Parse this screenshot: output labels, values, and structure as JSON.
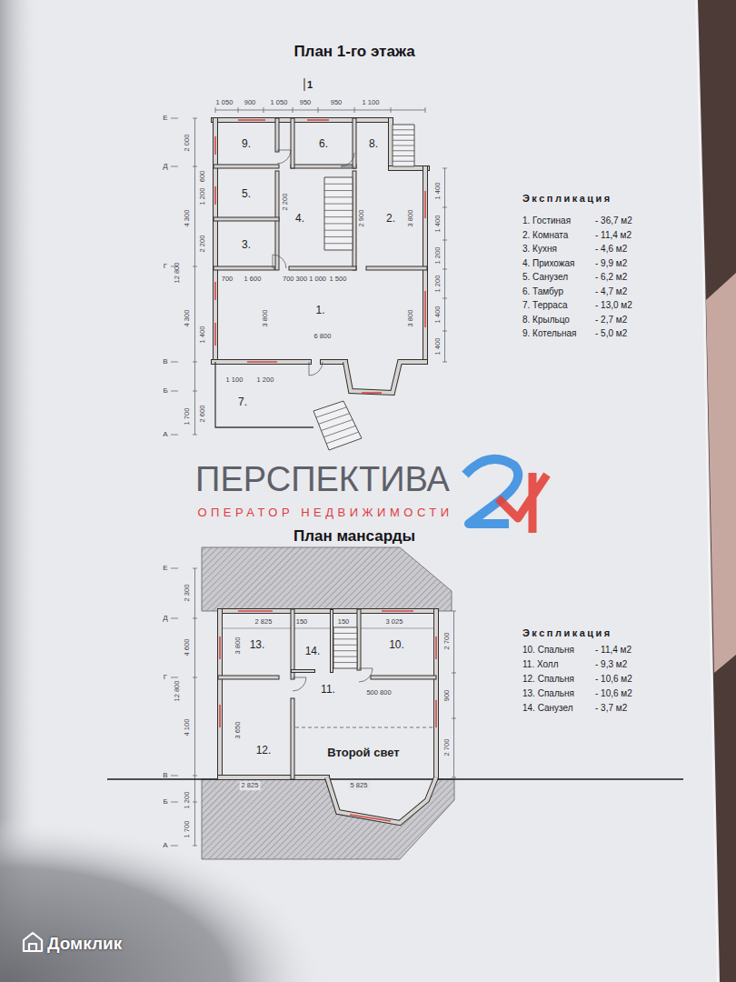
{
  "diagram": {
    "nodes": [
      {
        "text": [
          "План 1-го этажа"
        ]
      },
      {
        "text": [
          "9."
        ],
        "in": 0
      },
      {
        "text": [
          "6."
        ],
        "in": 0
      },
      {
        "text": [
          "8."
        ],
        "in": 0
      },
      {
        "text": [
          "5."
        ],
        "in": 0
      },
      {
        "text": [
          "4."
        ],
        "in": 0
      },
      {
        "text": [
          "2."
        ],
        "in": 0
      },
      {
        "text": [
          "3."
        ],
        "in": 0
      },
      {
        "text": [
          "1."
        ],
        "in": 0
      },
      {
        "text": [
          "7."
        ],
        "in": 0
      },
      {
        "text": [
          "План мансарды"
        ]
      },
      {
        "text": [
          "13."
        ],
        "in": 10
      },
      {
        "text": [
          "14."
        ],
        "in": 10
      },
      {
        "text": [
          "10."
        ],
        "in": 10
      },
      {
        "text": [
          "11."
        ],
        "in": 10
      },
      {
        "text": [
          "12."
        ],
        "in": 10
      },
      {
        "text": [
          "Второй свет"
        ],
        "in": 10
      }
    ],
    "labels": [
      "1",
      "1 050",
      "900",
      "1 050",
      "950",
      "950",
      "1 100",
      "Е",
      "Д",
      "Г",
      "В",
      "Б",
      "А",
      "12 800",
      "2 000",
      "4 300",
      "4 300",
      "1 700",
      "600",
      "1 200",
      "2 200",
      "1 400",
      "2 600",
      "1 400",
      "1 400",
      "1 200",
      "1 200",
      "1 400",
      "1 400",
      "6 800",
      "3 800",
      "3 800",
      "700",
      "1 600",
      "700 300 1 000",
      "1 500",
      "1 100",
      "1 200",
      "2 900",
      "3 800",
      "2 200",
      "Экспликация",
      "1. Гостиная",
      "- 36,7 м2",
      "2. Комната",
      "- 11,4 м2",
      "3. Кухня",
      "- 4,6 м2",
      "4. Прихожая",
      "- 9,9 м2",
      "5. Санузел",
      "- 6,2 м2",
      "6. Тамбур",
      "- 4,7 м2",
      "7. Терраса",
      "- 13,0 м2",
      "8. Крыльцо",
      "- 2,7 м2",
      "9. Котельная",
      "- 5,0 м2",
      "Экспликация",
      "10. Спальня",
      "- 11,4 м2",
      "11. Холл",
      "- 9,3 м2",
      "12. Спальня",
      "- 10,6 м2",
      "13. Спальня",
      "- 10,6 м2",
      "14. Санузел",
      "- 3,7 м2",
      "ПЕРСПЕКТИВА",
      "ОПЕРАТОР НЕДВИЖИМОСТИ",
      "Е",
      "Д",
      "Г",
      "В",
      "Б",
      "А",
      "12 800",
      "2 300",
      "4 600",
      "4 100",
      "1 200",
      "1 700",
      "2 825",
      "150",
      "150",
      "3 025",
      "3 800",
      "3 650",
      "2 700",
      "900",
      "2 700",
      "500 800",
      "2 825",
      "5 825",
      "Домклик"
    ]
  }
}
